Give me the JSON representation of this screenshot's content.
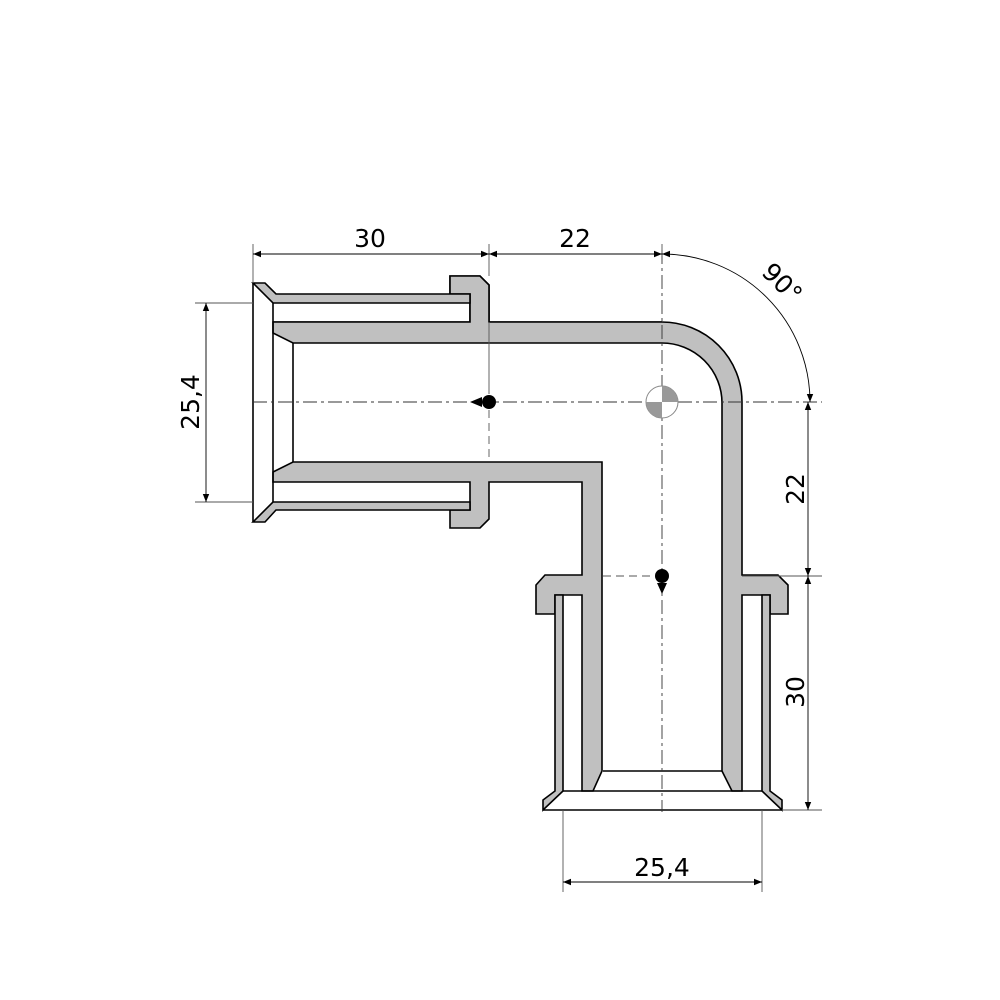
{
  "drawing": {
    "title": "90° elbow fitting section",
    "fill_color": "#c0c0c0",
    "dimensions": {
      "top_left_length": "30",
      "top_right_length": "22",
      "left_diameter": "25,4",
      "angle": "90°",
      "right_upper_length": "22",
      "right_lower_length": "30",
      "bottom_diameter": "25,4"
    }
  }
}
